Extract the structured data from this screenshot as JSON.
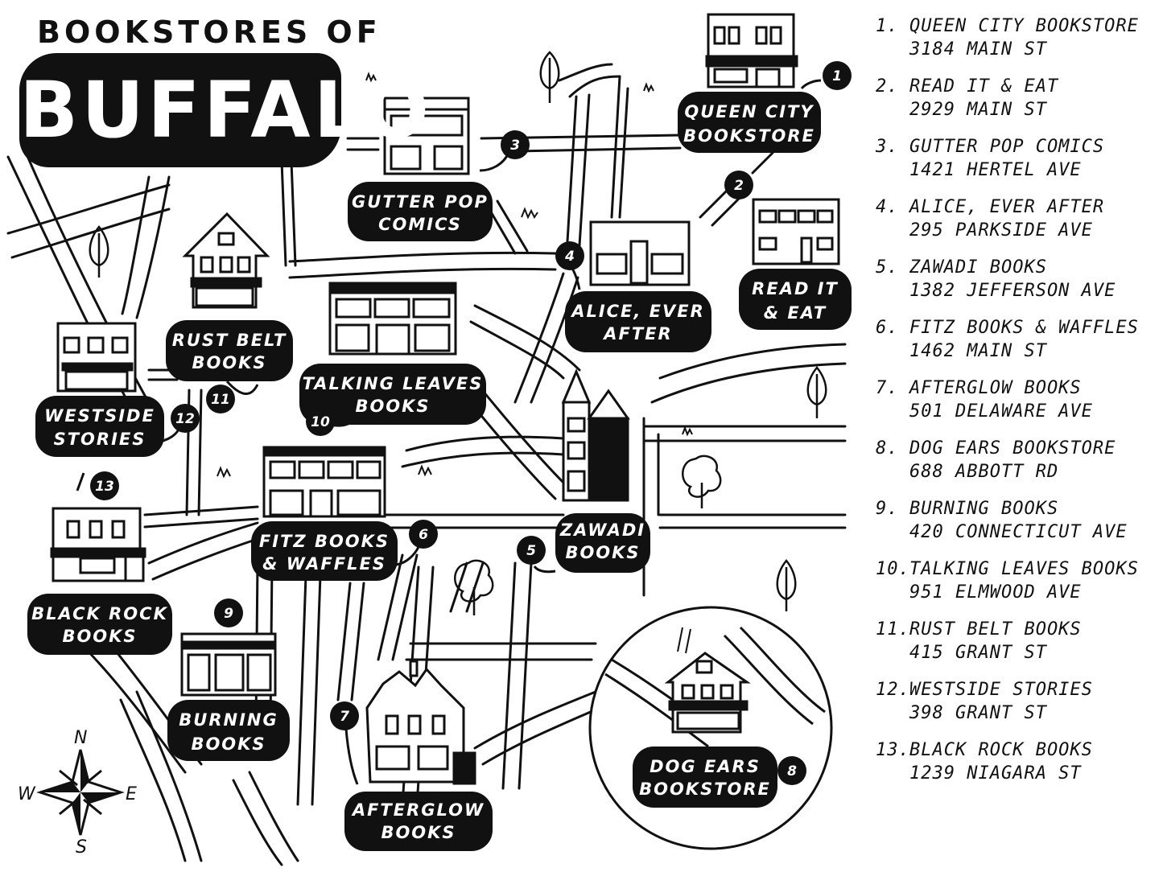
{
  "header": {
    "subtitle": "BOOKSTORES OF",
    "title": "BUFFALO"
  },
  "stores": [
    {
      "num": "1.",
      "name": "QUEEN CITY BOOKSTORE",
      "address": "3184 MAIN ST"
    },
    {
      "num": "2.",
      "name": "READ IT & EAT",
      "address": "2929 MAIN ST"
    },
    {
      "num": "3.",
      "name": "GUTTER POP COMICS",
      "address": "1421 HERTEL AVE"
    },
    {
      "num": "4.",
      "name": "ALICE, EVER AFTER",
      "address": "295 PARKSIDE AVE"
    },
    {
      "num": "5.",
      "name": "ZAWADI BOOKS",
      "address": "1382 JEFFERSON AVE"
    },
    {
      "num": "6.",
      "name": "FITZ BOOKS & WAFFLES",
      "address": "1462 MAIN ST"
    },
    {
      "num": "7.",
      "name": "AFTERGLOW BOOKS",
      "address": "501 DELAWARE AVE"
    },
    {
      "num": "8.",
      "name": "DOG EARS BOOKSTORE",
      "address": "688 ABBOTT RD"
    },
    {
      "num": "9.",
      "name": "BURNING BOOKS",
      "address": "420 CONNECTICUT AVE"
    },
    {
      "num": "10.",
      "name": "TALKING LEAVES BOOKS",
      "address": "951 ELMWOOD AVE"
    },
    {
      "num": "11.",
      "name": "RUST BELT BOOKS",
      "address": "415 GRANT ST"
    },
    {
      "num": "12.",
      "name": "WESTSIDE STORIES",
      "address": "398 GRANT ST"
    },
    {
      "num": "13.",
      "name": "BLACK ROCK BOOKS",
      "address": "1239 NIAGARA ST"
    }
  ],
  "map_labels": {
    "queen_city": [
      "QUEEN CITY",
      "BOOKSTORE"
    ],
    "read_it": [
      "READ IT",
      "& EAT"
    ],
    "gutter_pop": [
      "GUTTER POP",
      "COMICS"
    ],
    "alice": [
      "ALICE, EVER",
      "AFTER"
    ],
    "zawadi": [
      "ZAWADI",
      "BOOKS"
    ],
    "fitz": [
      "FITZ BOOKS",
      "& WAFFLES"
    ],
    "afterglow": [
      "AFTERGLOW",
      "BOOKS"
    ],
    "dog_ears": [
      "DOG EARS",
      "BOOKSTORE"
    ],
    "burning": [
      "BURNING",
      "BOOKS"
    ],
    "talking_leaves": [
      "TALKING LEAVES",
      "BOOKS"
    ],
    "rust_belt": [
      "RUST BELT",
      "BOOKS"
    ],
    "westside": [
      "WESTSIDE",
      "STORIES"
    ],
    "black_rock": [
      "BLACK ROCK",
      "BOOKS"
    ]
  },
  "pins": [
    "1",
    "2",
    "3",
    "4",
    "5",
    "6",
    "7",
    "8",
    "9",
    "10",
    "11",
    "12",
    "13"
  ],
  "compass": {
    "n": "N",
    "s": "S",
    "e": "E",
    "w": "W"
  },
  "colors": {
    "ink": "#111111",
    "paper": "#ffffff"
  }
}
